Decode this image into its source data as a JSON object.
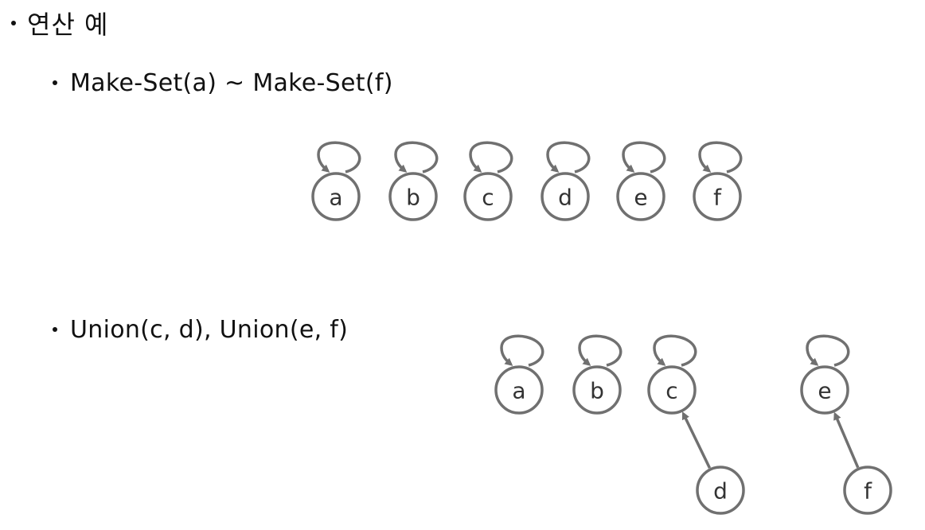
{
  "heading": {
    "text": "연산 예"
  },
  "sections": [
    {
      "label": "Make-Set(a) ~ Make-Set(f)"
    },
    {
      "label": "Union(c, d), Union(e, f)"
    }
  ],
  "diagrams": [
    {
      "nodes": [
        {
          "id": "a",
          "parent": "a"
        },
        {
          "id": "b",
          "parent": "b"
        },
        {
          "id": "c",
          "parent": "c"
        },
        {
          "id": "d",
          "parent": "d"
        },
        {
          "id": "e",
          "parent": "e"
        },
        {
          "id": "f",
          "parent": "f"
        }
      ]
    },
    {
      "nodes": [
        {
          "id": "a",
          "parent": "a"
        },
        {
          "id": "b",
          "parent": "b"
        },
        {
          "id": "c",
          "parent": "c"
        },
        {
          "id": "e",
          "parent": "e"
        },
        {
          "id": "d",
          "parent": "c"
        },
        {
          "id": "f",
          "parent": "e"
        }
      ]
    }
  ],
  "colors": {
    "node_stroke": "#707070",
    "label": "#333333",
    "text": "#111111"
  }
}
